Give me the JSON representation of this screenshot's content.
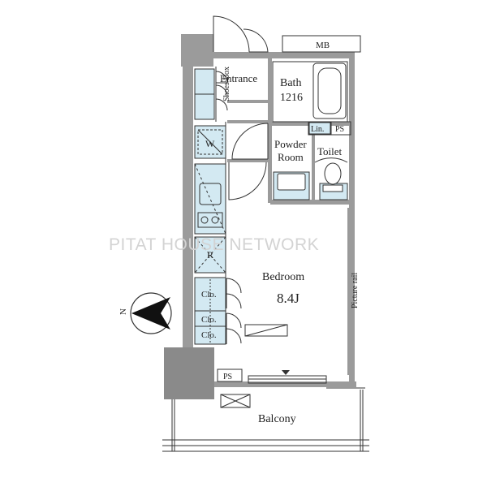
{
  "rooms": {
    "entrance": "Entrance",
    "bath": "Bath",
    "bath_size": "1216",
    "powder_room_line1": "Powder",
    "powder_room_line2": "Room",
    "toilet": "Toilet",
    "bedroom": "Bedroom",
    "bedroom_size": "8.4J",
    "balcony": "Balcony"
  },
  "fixtures": {
    "shoes_box": "Shoes Box",
    "washer": "W",
    "refrigerator": "R",
    "closet_1": "Clo.",
    "closet_2": "Clo.",
    "closet_3": "Clo.",
    "linen": "Lin.",
    "pipe_space_1": "PS",
    "pipe_space_2": "PS",
    "meter_box": "MB",
    "picture_rail": "Picture rail"
  },
  "compass": {
    "north_label": "N"
  },
  "watermark": "PITAT HOUSE NETWORK",
  "colors": {
    "wall": "#9b9b9b",
    "wall_dark": "#8a8a8a",
    "fixture_fill": "#d3e9f2",
    "line": "#333333"
  }
}
